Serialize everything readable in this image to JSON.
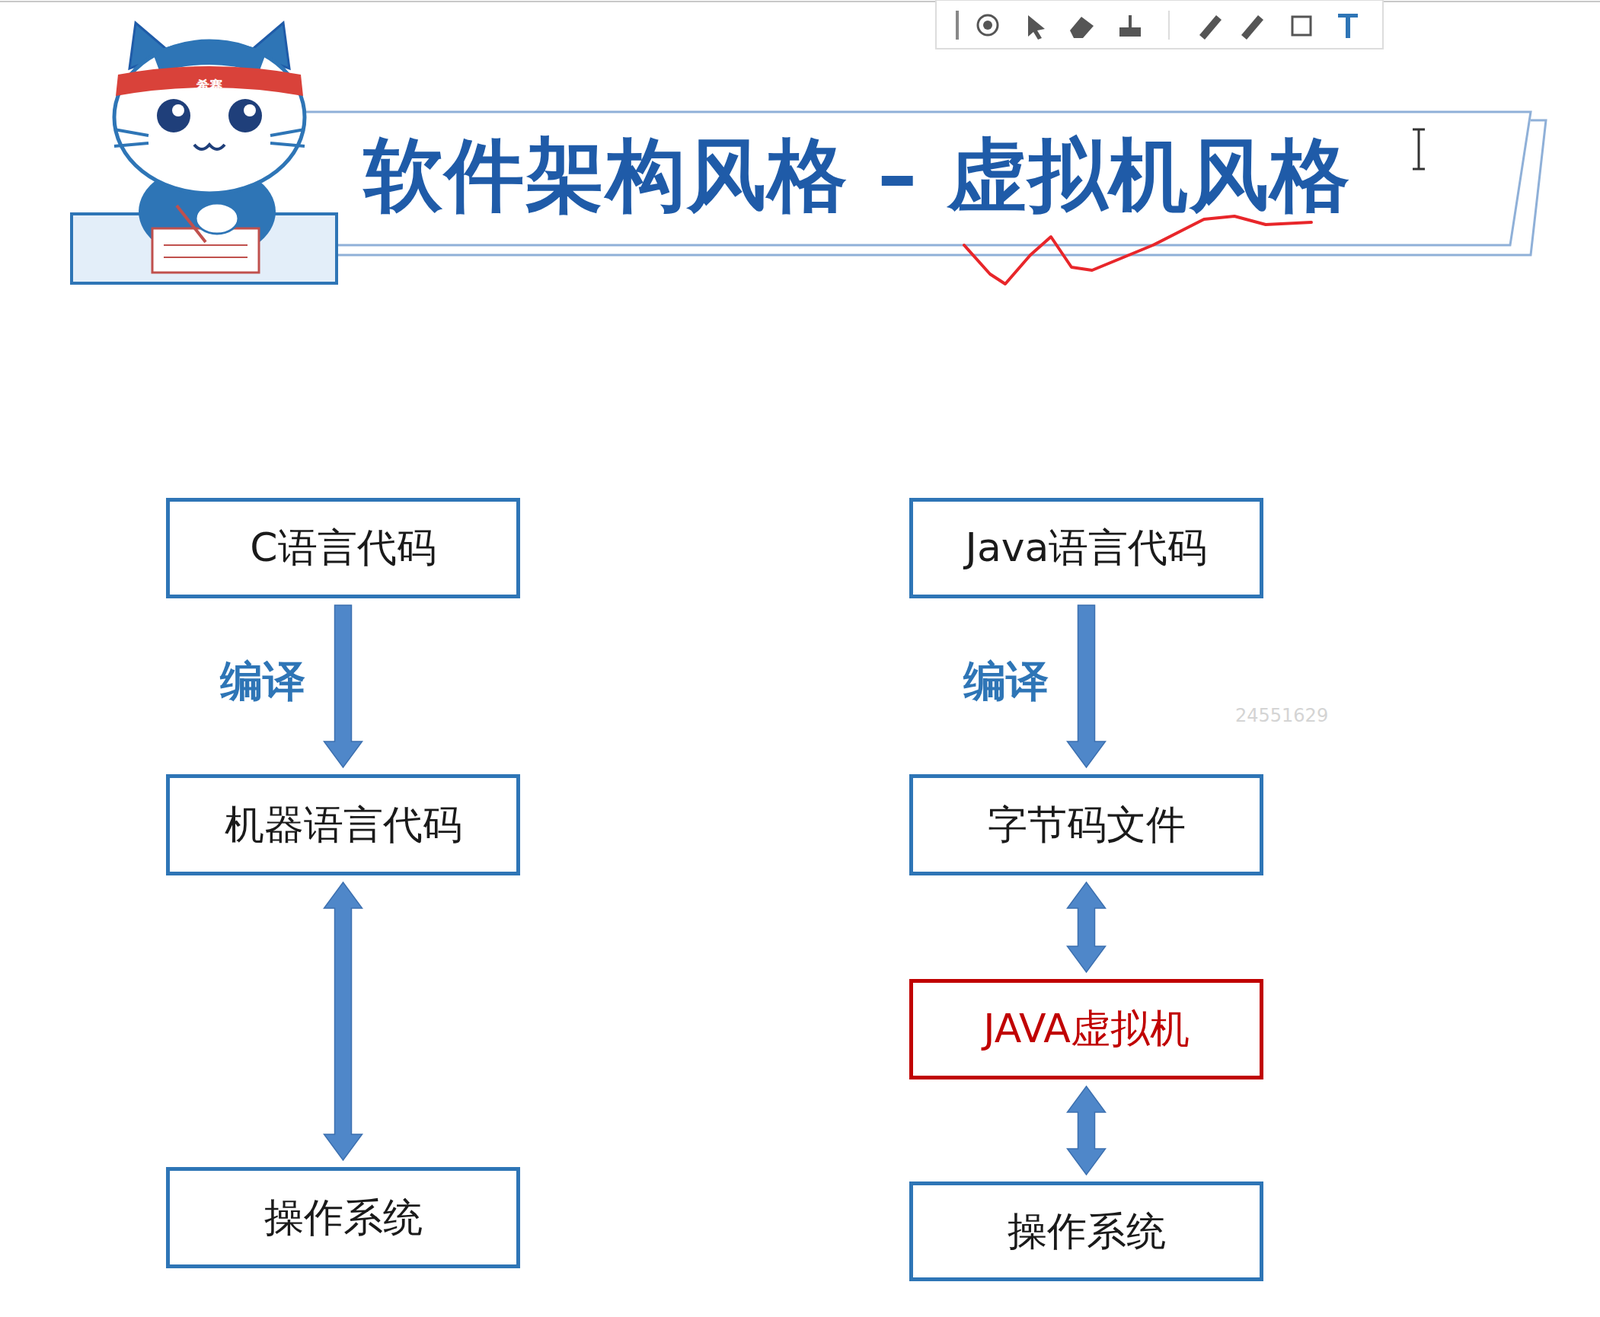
{
  "diagram": {
    "title": "软件架构风格 – 虚拟机风格",
    "nodes": [
      {
        "text": [
          "C语言代码"
        ]
      },
      {
        "text": [
          "机器语言代码"
        ]
      },
      {
        "text": [
          "操作系统"
        ]
      },
      {
        "text": [
          "Java语言代码"
        ]
      },
      {
        "text": [
          "字节码文件"
        ]
      },
      {
        "text": [
          "JAVA虚拟机"
        ]
      },
      {
        "text": [
          "操作系统"
        ]
      }
    ],
    "edges": [
      {
        "from": 0,
        "to": 1,
        "arrow": "to",
        "label": "编译"
      },
      {
        "from": 1,
        "to": 2,
        "arrow": "both"
      },
      {
        "from": 3,
        "to": 4,
        "arrow": "to",
        "label": "编译"
      },
      {
        "from": 4,
        "to": 5,
        "arrow": "both"
      },
      {
        "from": 5,
        "to": 6,
        "arrow": "both"
      }
    ],
    "labels": [
      "希赛",
      "24551629"
    ]
  }
}
